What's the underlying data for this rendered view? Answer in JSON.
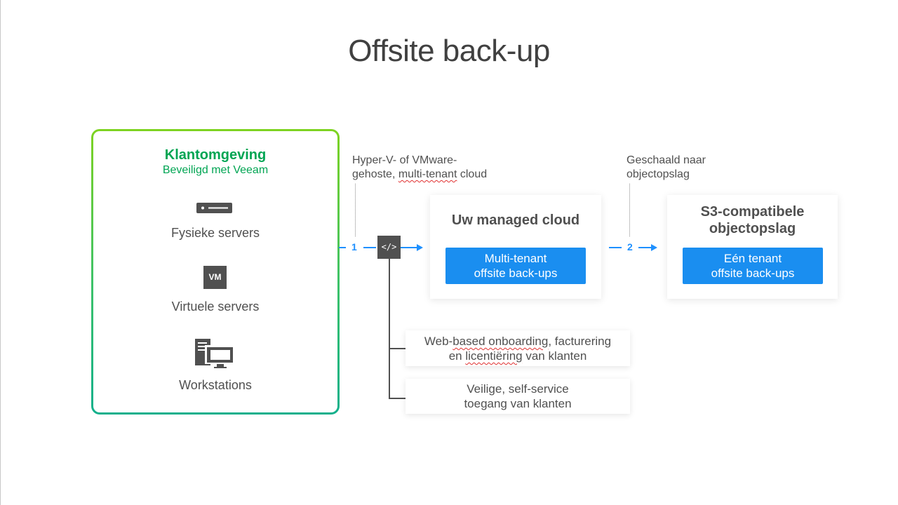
{
  "title": "Offsite back-up",
  "customer": {
    "title": "Klantomgeving",
    "subtitle": "Beveiligd met Veeam",
    "items": [
      {
        "label": "Fysieke servers",
        "icon": "server-icon"
      },
      {
        "label": "Virtuele servers",
        "icon": "vm-icon",
        "icon_text": "VM"
      },
      {
        "label": "Workstations",
        "icon": "workstation-icon"
      }
    ]
  },
  "step1": {
    "number": "1",
    "note_line1": "Hyper-V- of VMware-",
    "note_line2_a": "gehoste, ",
    "note_line2_b": "multi-tenant",
    "note_line2_c": " cloud",
    "code_icon_text": "</>"
  },
  "step2": {
    "number": "2",
    "note_line1": "Geschaald naar",
    "note_line2": "objectopslag"
  },
  "managed_cloud": {
    "title": "Uw managed cloud",
    "button_line1": "Multi-tenant",
    "button_line2": "offsite back-ups"
  },
  "s3": {
    "title_line1": "S3-compatibele",
    "title_line2": "objectopslag",
    "button_line1": "Eén tenant",
    "button_line2": "offsite back-ups"
  },
  "features": [
    {
      "line1_a": "Web-",
      "line1_b": "based onboarding",
      "line1_c": ", facturering",
      "line2_a": "en ",
      "line2_b": "licentiëring",
      "line2_c": " van klanten"
    },
    {
      "line1": "Veilige, self-service",
      "line2": "toegang van klanten"
    }
  ],
  "colors": {
    "accent_blue": "#1a8ef0",
    "green": "#00a553",
    "dark_gray": "#505050"
  }
}
